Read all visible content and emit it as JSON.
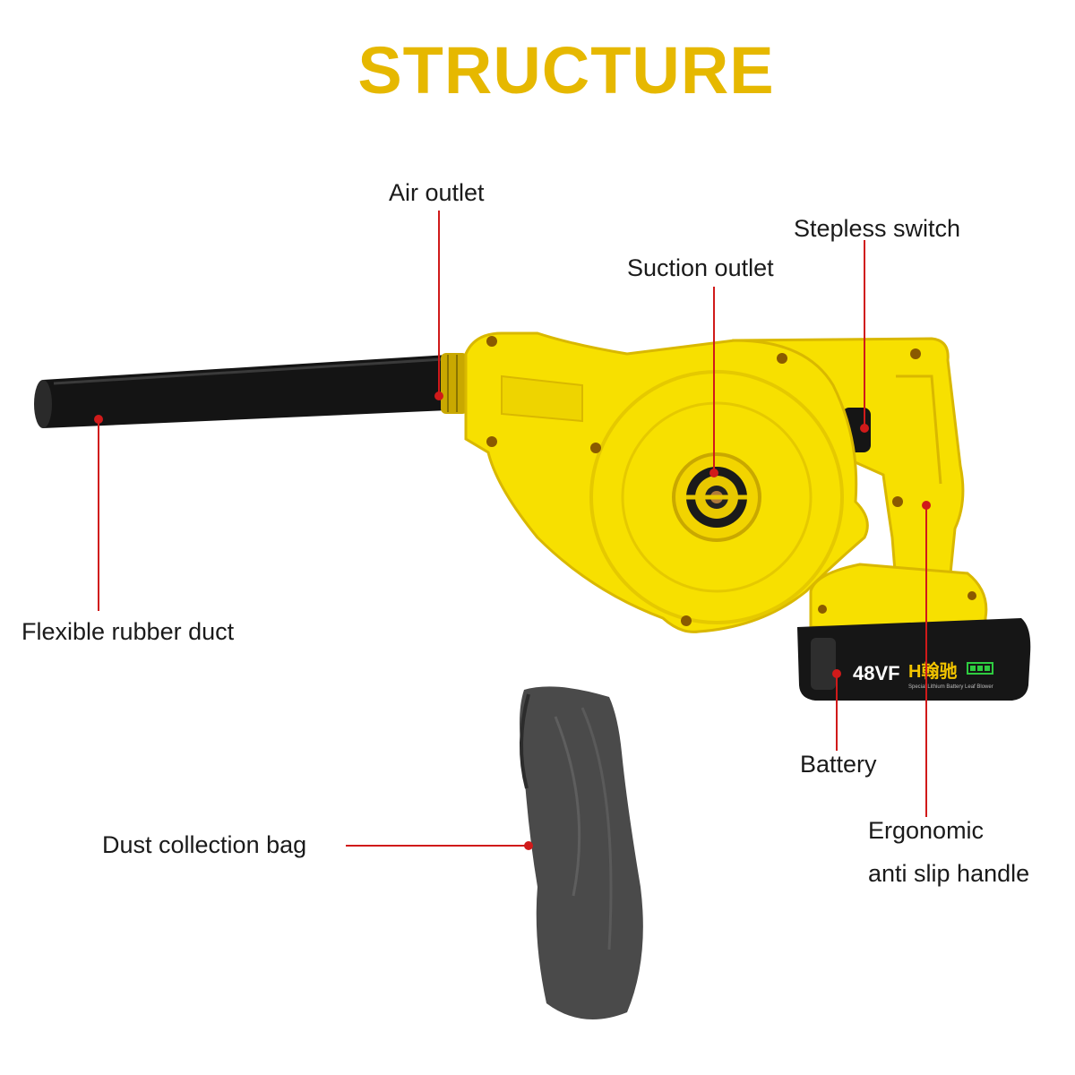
{
  "title": "STRUCTURE",
  "colors": {
    "title": "#e6b800",
    "body_yellow": "#f7e000",
    "body_shadow": "#d9b800",
    "black": "#111111",
    "leader": "#d01a1a",
    "bag": "#4a4a4a"
  },
  "labels": {
    "air_outlet": "Air outlet",
    "stepless_switch": "Stepless switch",
    "suction_outlet": "Suction outlet",
    "flexible_duct": "Flexible rubber duct",
    "battery": "Battery",
    "dust_bag": "Dust collection bag",
    "handle_line1": "Ergonomic",
    "handle_line2": "anti slip handle"
  },
  "battery_text": {
    "model": "48VF",
    "brand": "H翰驰",
    "subtitle": "Special Lithium Battery Leaf Blower"
  }
}
